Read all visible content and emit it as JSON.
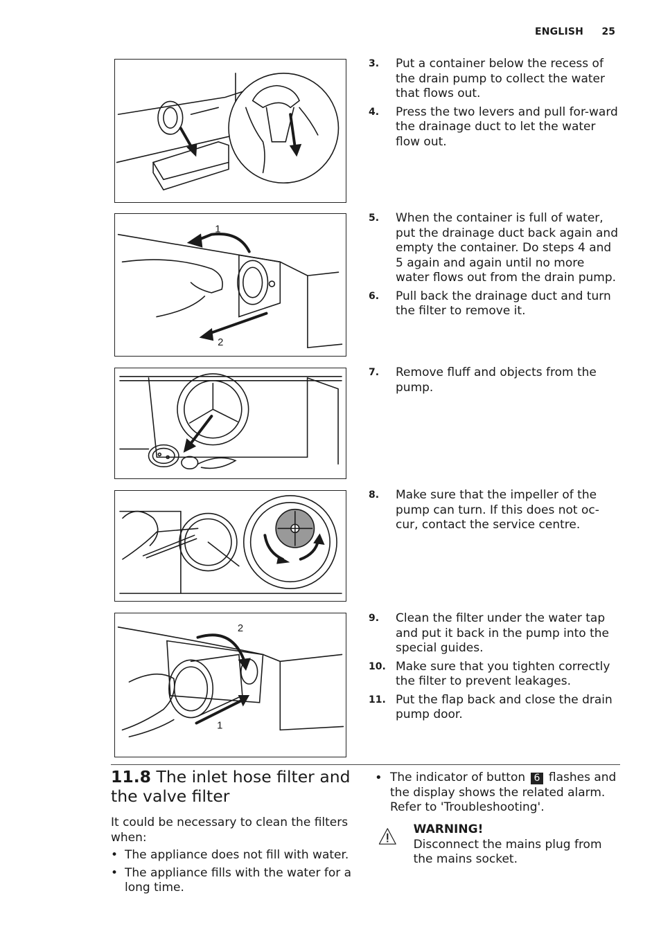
{
  "header": {
    "language": "ENGLISH",
    "page_number": "25"
  },
  "figures": [
    {
      "labels": []
    },
    {
      "labels": [
        "1",
        "2"
      ]
    },
    {
      "labels": []
    },
    {
      "labels": []
    },
    {
      "labels": [
        "2",
        "1"
      ]
    }
  ],
  "steps": [
    {
      "number": "3.",
      "text": "Put a container below the recess of the drain pump to collect the water that flows out."
    },
    {
      "number": "4.",
      "text": "Press the two levers and pull for-ward the drainage duct to let the water flow out."
    },
    {
      "number": "5.",
      "text": "When the container is full of water, put the drainage duct back again and empty the container. Do steps 4 and 5 again and again until no more water flows out from the drain pump."
    },
    {
      "number": "6.",
      "text": "Pull back the drainage duct and turn the filter to remove it."
    },
    {
      "number": "7.",
      "text": "Remove fluff and objects from the pump."
    },
    {
      "number": "8.",
      "text": "Make sure that the impeller of the pump can turn. If this does not oc-cur, contact the service centre."
    },
    {
      "number": "9.",
      "text": "Clean the filter under the water tap and put it back in the pump into the special guides."
    },
    {
      "number": "10.",
      "text": "Make sure that you tighten correctly the filter to prevent leakages."
    },
    {
      "number": "11.",
      "text": "Put the flap back and close the drain pump door."
    }
  ],
  "section": {
    "number": "11.8",
    "title": "The inlet hose filter and the valve filter",
    "intro": "It could be necessary to clean the filters when:",
    "bullets": [
      "The appliance does not fill with water.",
      "The appliance fills with the water for a long time."
    ]
  },
  "right_column": {
    "bullet_before": "The indicator of button",
    "button_label": "6",
    "bullet_after": "flashes and the display shows the related alarm. Refer to 'Troubleshooting'.",
    "warning_title": "WARNING!",
    "warning_text": "Disconnect the mains plug from the mains socket."
  },
  "icons": [
    "warning-triangle-icon"
  ]
}
